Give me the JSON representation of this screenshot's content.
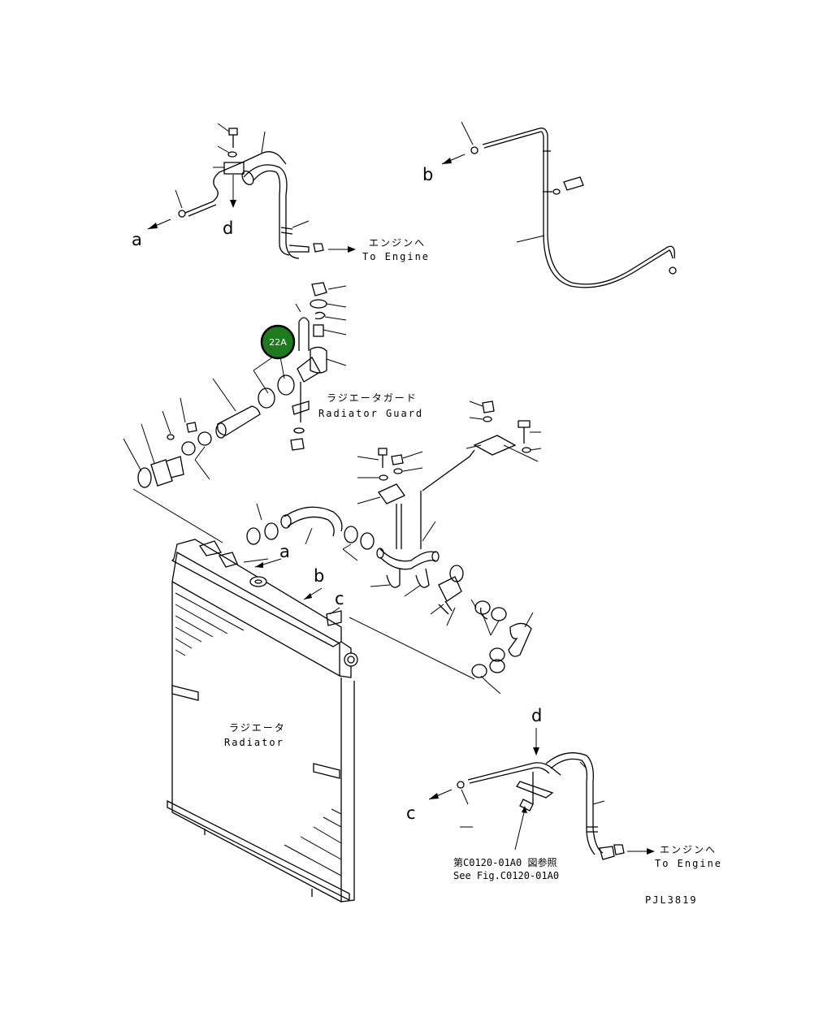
{
  "labels": {
    "a_top": "a",
    "d_top": "d",
    "b_top": "b",
    "a_mid": "a",
    "b_mid": "b",
    "c_mid": "c",
    "d_bottom": "d",
    "c_bottom": "c",
    "engine_jp_top": "エンジンへ",
    "engine_en_top": "To Engine",
    "guard_jp": "ラジエータガード",
    "guard_en": "Radiator Guard",
    "radiator_jp": "ラジエータ",
    "radiator_en": "Radiator",
    "fig_ref_jp": "第C0120-01A0 図参照",
    "fig_ref_en": "See Fig.C0120-01A0",
    "engine_jp_bottom": "エンジンへ",
    "engine_en_bottom": "To Engine",
    "drawing_no": "PJL3819"
  },
  "callout": {
    "label": "22A",
    "color": "#1e7a1e",
    "ring_color": "#000000"
  }
}
